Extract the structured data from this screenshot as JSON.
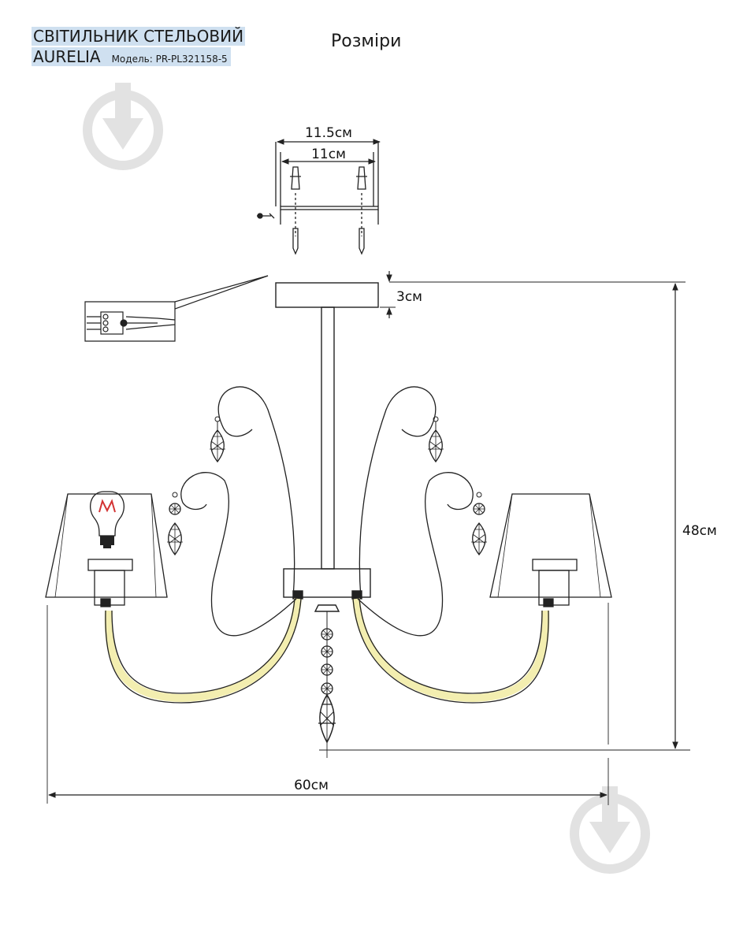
{
  "header": {
    "product_line1": "СВІТИЛЬНИК СТЕЛЬОВИЙ",
    "product_name": "AURELIA",
    "model_label": "Модель:",
    "model_code": "PR-PL321158-5",
    "page_title": "Розміри"
  },
  "dimensions": {
    "mount_outer": "11.5см",
    "mount_inner": "11см",
    "canopy_height": "3см",
    "total_height": "48см",
    "total_width": "60см"
  },
  "colors": {
    "line": "#222222",
    "arm_glow": "#f3eeb0",
    "watermark": "#e2e2e2",
    "bulb_filament": "#d33333"
  }
}
